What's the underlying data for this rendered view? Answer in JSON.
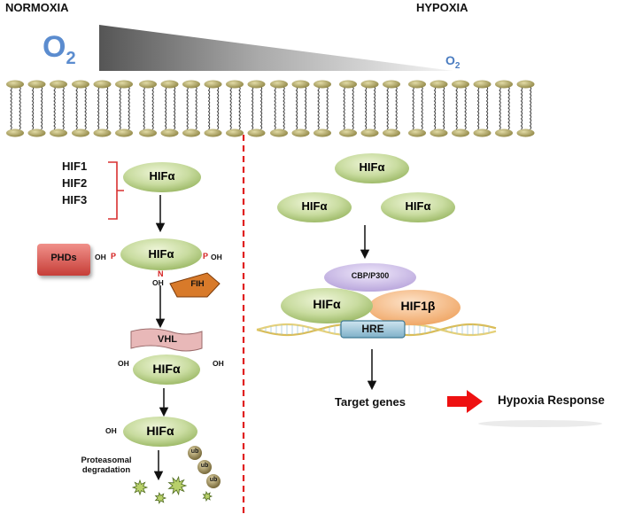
{
  "headings": {
    "normoxia": "NORMOXIA",
    "hypoxia": "HYPOXIA"
  },
  "oxygen": {
    "high": "O",
    "high_sub": "2",
    "low": "O",
    "low_sub": "2"
  },
  "hif_isoforms": [
    "HIF1",
    "HIF2",
    "HIF3"
  ],
  "nodes": {
    "hif_alpha": "HIFα",
    "hif1_beta": "HIF1β",
    "phds": "PHDs",
    "fih": "FIH",
    "vhl": "VHL",
    "cbp_p300": "CBP/P300",
    "hre": "HRE"
  },
  "modifications": {
    "oh": "OH",
    "p": "P",
    "n": "N",
    "ub": "ub"
  },
  "outcomes": {
    "proteasomal": "Proteasomal",
    "degradation": "degradation",
    "target_genes": "Target genes",
    "hypoxia_response": "Hypoxia Response"
  },
  "colors": {
    "hif_fill": "#c9dca0",
    "hif1b_fill": "#f7c08f",
    "cbp_fill": "#cdbde8",
    "phds_fill": "#e1605a",
    "fih_fill": "#d87a2a",
    "vhl_fill": "#e8b8b8",
    "hre_fill": "#a9cde0",
    "divider": "#e02020",
    "arrow_red": "#ee1111",
    "oxygen_blue": "#5b8ccf",
    "membrane_head": "#b7ad6a"
  }
}
